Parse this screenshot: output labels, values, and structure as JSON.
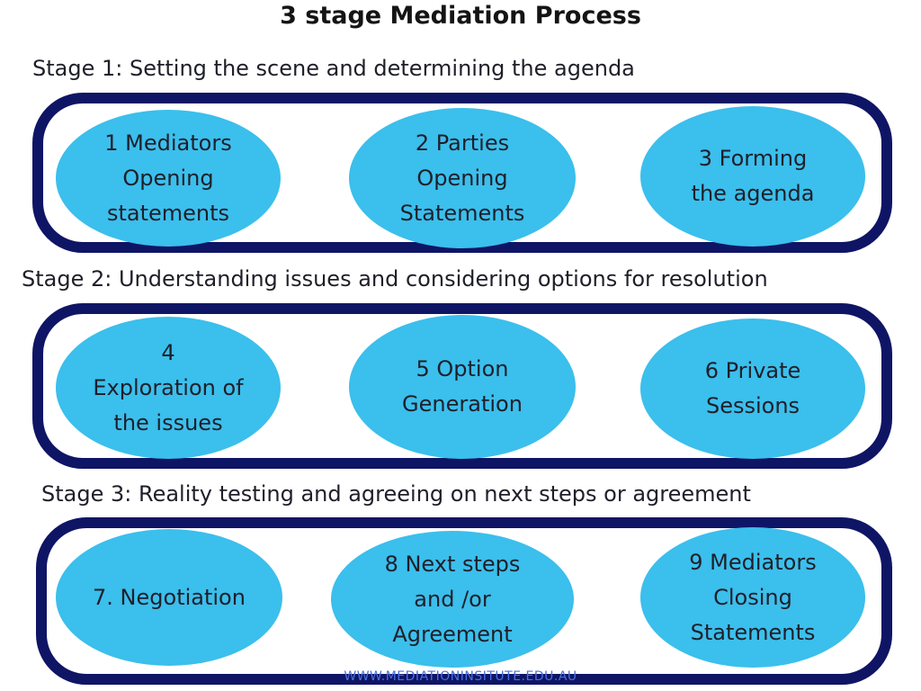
{
  "title": "3 stage Mediation Process",
  "stages": [
    {
      "label": "Stage 1: Setting the scene and determining the agenda",
      "steps": [
        "1 Mediators\nOpening\nstatements",
        "2 Parties\nOpening\nStatements",
        "3 Forming\nthe agenda"
      ]
    },
    {
      "label": "Stage 2: Understanding issues and considering options for resolution",
      "steps": [
        "4\nExploration of\nthe issues",
        "5 Option\nGeneration",
        "6 Private\nSessions"
      ]
    },
    {
      "label": "Stage 3: Reality testing and agreeing on next steps or agreement",
      "steps": [
        "7. Negotiation",
        "8 Next steps\nand /or\nAgreement",
        "9 Mediators\nClosing\nStatements"
      ]
    }
  ],
  "footer": "WWW.MEDIATIONINSITUTE.EDU.AU",
  "colors": {
    "stage_border": "#0f1565",
    "step_fill": "#3bbfec"
  }
}
